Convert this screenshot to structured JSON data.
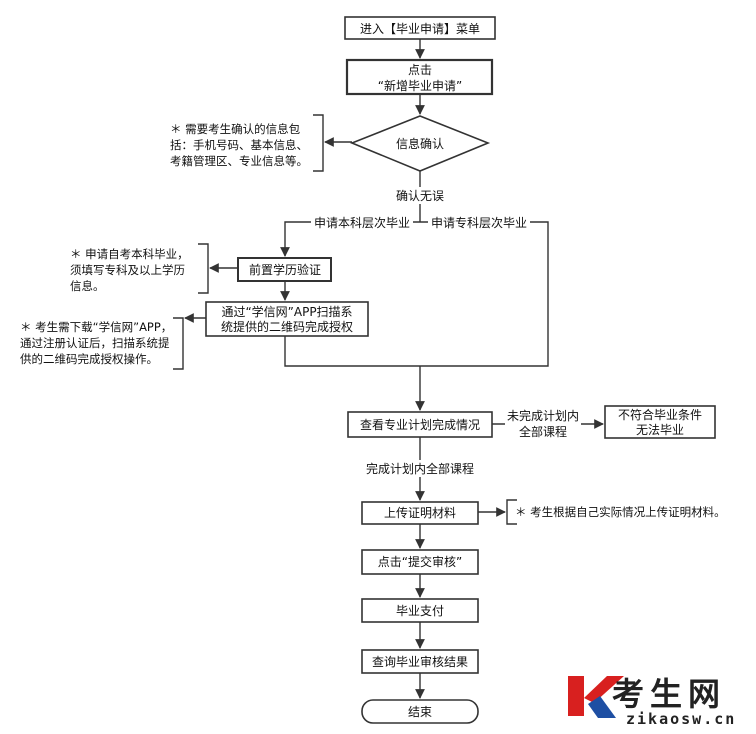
{
  "nodes": {
    "enter_menu": "进入【毕业申请】菜单",
    "click_new": [
      "点击",
      "“新增毕业申请”"
    ],
    "info_confirm": "信息确认",
    "pre_education": "前置学历验证",
    "xuexin_auth": [
      "通过“学信网”APP扫描系",
      "统提供的二维码完成授权"
    ],
    "check_plan": "查看专业计划完成情况",
    "not_qualified": [
      "不符合毕业条件",
      "无法毕业"
    ],
    "upload": "上传证明材料",
    "submit": "点击“提交审核”",
    "payment": "毕业支付",
    "query": "查询毕业审核结果",
    "end": "结束"
  },
  "edges": {
    "confirm_ok": "确认无误",
    "undergrad": "申请本科层次毕业",
    "junior": "申请专科层次毕业",
    "not_complete": [
      "未完成计划内",
      "全部课程"
    ],
    "complete": "完成计划内全部课程"
  },
  "notes": {
    "confirm_info": [
      "＊ 需要考生确认的信息包",
      "括：手机号码、基本信息、",
      "考籍管理区、专业信息等。"
    ],
    "undergrad_note": [
      "＊ 申请自考本科毕业，",
      "须填写专科及以上学历",
      "信息。"
    ],
    "xuexin_note": [
      "＊ 考生需下载“学信网”APP，",
      "通过注册认证后，扫描系统提",
      "供的二维码完成授权操作。"
    ],
    "upload_note": "＊ 考生根据自己实际情况上传证明材料。"
  },
  "watermark": {
    "letter": "K",
    "chars": "考生网",
    "url": "zikaosw.cn",
    "colors": {
      "red": "#d8201f",
      "blue": "#1e4fa3"
    }
  }
}
